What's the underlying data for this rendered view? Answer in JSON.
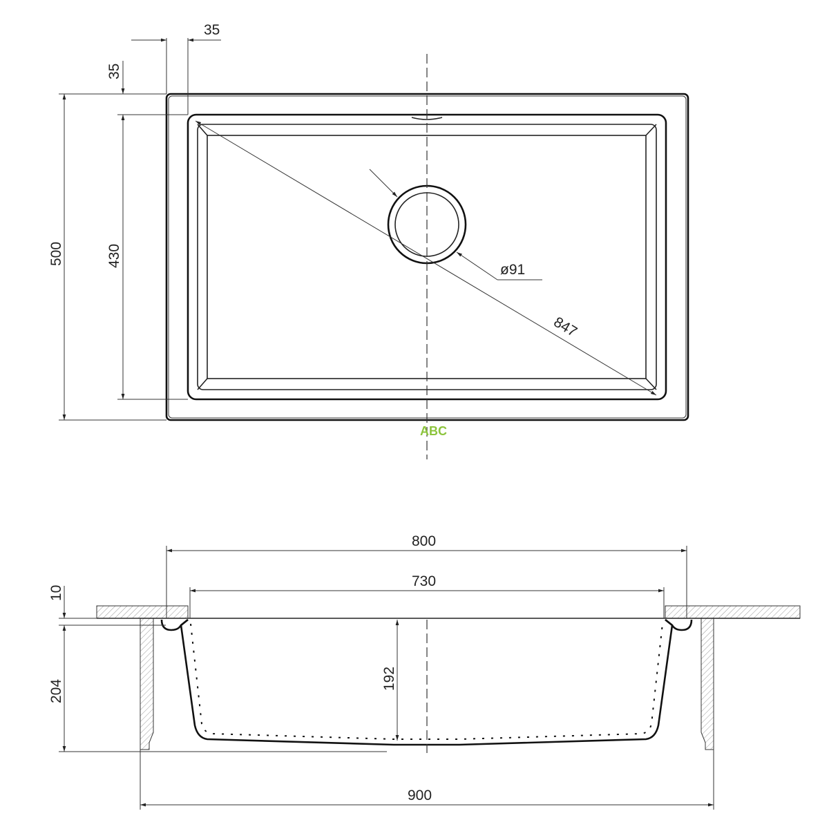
{
  "top_view": {
    "dims": {
      "overall_depth": "500",
      "bowl_depth": "430",
      "side_rim": "35",
      "top_rim": "35",
      "diagonal": "847",
      "drain": "ø91"
    }
  },
  "section_view": {
    "dims": {
      "outer_width": "800",
      "bowl_width": "730",
      "cabinet_width": "900",
      "rim_height": "10",
      "total_depth": "204",
      "bowl_depth": "192"
    }
  },
  "watermark": {
    "text": "ABC",
    "color": "#8cc43c"
  }
}
